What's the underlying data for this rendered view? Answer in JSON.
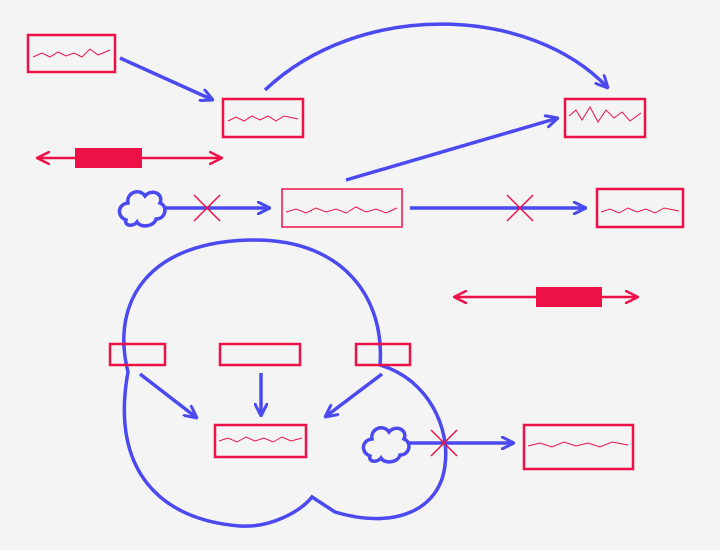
{
  "colors": {
    "background": "#f4f4f4",
    "node": "#ee1148",
    "link": "#4b49f0",
    "cut": "#ee1148"
  },
  "node_symbols": {
    "box": "red-outlined-box-with-zigzag-line",
    "label_box": "red-outlined-box",
    "filled_bar": "red-filled-bar",
    "cloud": "blue-cloud-icon",
    "cut_mark": "red-x-mark"
  }
}
